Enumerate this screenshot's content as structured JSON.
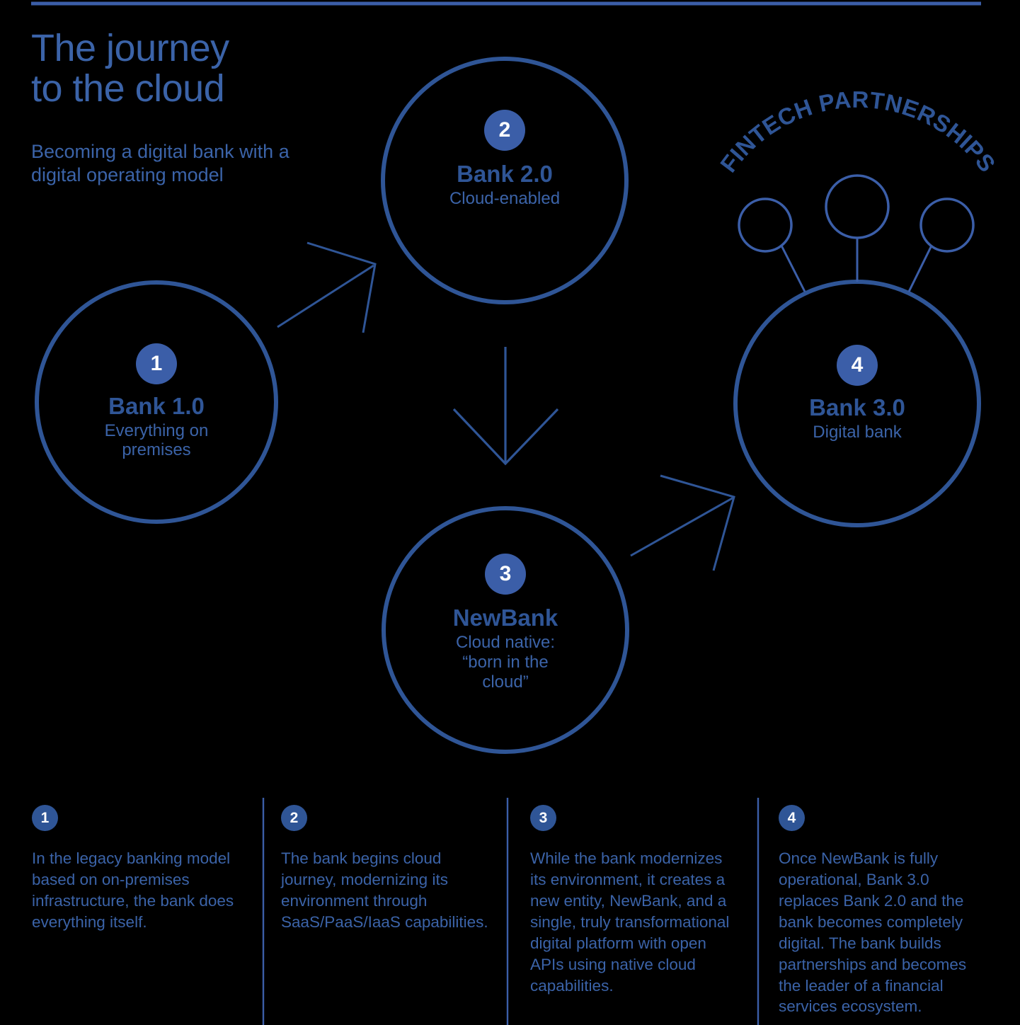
{
  "theme": {
    "background": "#000000",
    "accent": "#3b5ea8",
    "accent_dark": "#2f5596",
    "text": "#3b63a8",
    "badge_text": "#ffffff"
  },
  "header": {
    "title_line1": "The journey",
    "title_line2": "to the cloud",
    "subtitle": "Becoming a digital bank with a digital operating model"
  },
  "diagram": {
    "fintech_label": "FINTECH PARTNERSHIPS",
    "nodes": [
      {
        "number": "1",
        "name": "Bank 1.0",
        "subtitle_line1": "Everything on",
        "subtitle_line2": "premises"
      },
      {
        "number": "2",
        "name": "Bank 2.0",
        "subtitle_line1": "Cloud-enabled",
        "subtitle_line2": ""
      },
      {
        "number": "3",
        "name": "NewBank",
        "subtitle_line1": "Cloud native:",
        "subtitle_line2": "“born in the",
        "subtitle_line3": "cloud”"
      },
      {
        "number": "4",
        "name": "Bank 3.0",
        "subtitle_line1": "Digital bank",
        "subtitle_line2": ""
      }
    ]
  },
  "footnotes": [
    {
      "number": "1",
      "text": "In the legacy banking model based on on-premises infrastructure, the bank does everything itself."
    },
    {
      "number": "2",
      "text": "The bank begins cloud journey, modernizing its environment through SaaS/PaaS/IaaS capabilities."
    },
    {
      "number": "3",
      "text": "While the bank modernizes its environment, it creates a new entity, NewBank, and a single, truly transformational digital platform with open APIs using native cloud capabilities."
    },
    {
      "number": "4",
      "text": "Once NewBank is fully operational, Bank 3.0 replaces Bank 2.0 and the bank becomes completely digital. The bank builds partnerships and becomes the leader of a financial services ecosystem."
    }
  ]
}
